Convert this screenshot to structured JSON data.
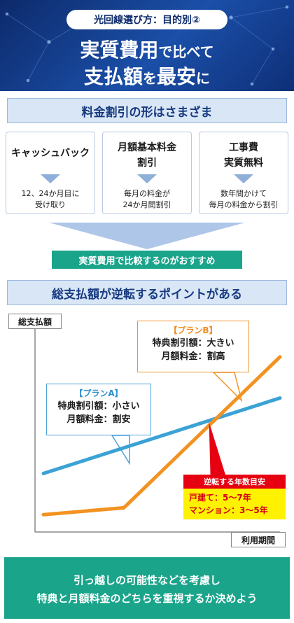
{
  "hero": {
    "pill": "光回線選び方：目的別②",
    "line1_big1": "実質費用",
    "line1_small": "で比べて",
    "line2_big1": "支払額",
    "line2_small": "を",
    "line2_big2": "最安",
    "line2_small2": "に"
  },
  "section1": {
    "title": "料金割引の形はさまざま"
  },
  "cards": [
    {
      "title1": "キャッシュバック",
      "title2": "",
      "desc1": "12、24か月目に",
      "desc2": "受け取り"
    },
    {
      "title1": "月額基本料金",
      "title2": "割引",
      "desc1": "毎月の料金が",
      "desc2": "24か月間割引"
    },
    {
      "title1": "工事費",
      "title2": "実質無料",
      "desc1": "数年間かけて",
      "desc2": "毎月の料金から割引"
    }
  ],
  "recommend": {
    "text": "実質費用で比較するのがおすすめ"
  },
  "section2": {
    "title": "総支払額が逆転するポイントがある"
  },
  "chart_data": {
    "type": "line",
    "ylabel": "総支払額",
    "xlabel": "利用期間",
    "series": [
      {
        "name": "【プランA】",
        "color": "#3ba2d6",
        "points": [
          [
            0,
            0.28
          ],
          [
            1,
            0.72
          ]
        ]
      },
      {
        "name": "【プランB】",
        "color": "#f39221",
        "points": [
          [
            0,
            0.04
          ],
          [
            0.34,
            0.08
          ],
          [
            1,
            0.96
          ]
        ]
      }
    ],
    "crossover": [
      0.7,
      0.58
    ]
  },
  "plan_b": {
    "tag": "【プランB】",
    "line1": "特典割引額：大きい",
    "line2": "月額料金：割高"
  },
  "plan_a": {
    "tag": "【プランA】",
    "line1": "特典割引額：小さい",
    "line2": "月額料金：割安"
  },
  "reverse": {
    "head": "逆転する年数目安",
    "line1": "戸建て：5～7年",
    "line2": "マンション：3～5年"
  },
  "bottom": {
    "line1": "引っ越しの可能性などを考慮し",
    "line2": "特典と月額料金のどちらを重視するか決めよう"
  },
  "colors": {
    "navy": "#173a80",
    "teal": "#1aa48a",
    "orange": "#f39221",
    "blue": "#3ba2d6",
    "red": "#e60012",
    "yellow": "#fff200"
  }
}
